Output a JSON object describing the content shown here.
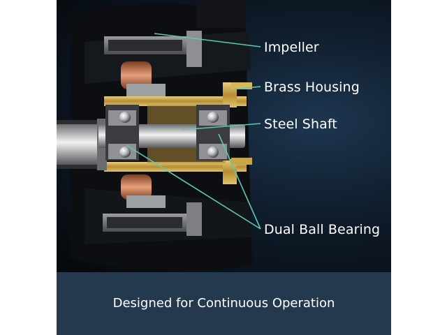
{
  "labels": {
    "impeller": "Impeller",
    "brass_housing": "Brass Housing",
    "steel_shaft": "Steel Shaft",
    "dual_ball_bearing": "Dual Ball Bearing"
  },
  "footer": {
    "text": "Designed for Continuous Operation"
  },
  "colors": {
    "leader_line": "#5fc9b0",
    "brass": "#c9a449",
    "footer_bg": "#24394d",
    "label_text": "#ffffff"
  }
}
